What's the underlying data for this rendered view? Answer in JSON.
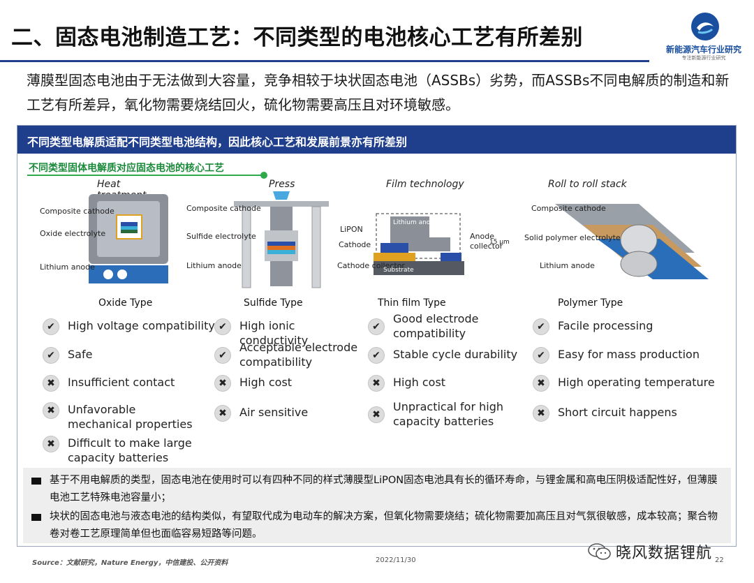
{
  "title": "二、固态电池制造工艺：不同类型的电池核心工艺有所差别",
  "logo": {
    "name": "新能源汽车行业研究",
    "sub": "专注新能源行业研究"
  },
  "intro": "薄膜型固态电池由于无法做到大容量，竞争相较于块状固态电池（ASSBs）劣势，而ASSBs不同电解质的制造和新工艺有所差异，氧化物需要烧结回火，硫化物需要高压且对环境敏感。",
  "panel_header": "不同类型电解质适配不同类型电池结构，因此核心工艺和发展前景亦有所差别",
  "sub_header": "不同类型固体电解质对应固态电池的核心工艺",
  "diagrams": {
    "heat": {
      "title": "Heat treatment",
      "labels": [
        "Composite cathode",
        "Oxide electrolyte",
        "Lithium anode"
      ]
    },
    "press": {
      "title": "Press",
      "labels": [
        "Composite cathode",
        "Sulfide electrolyte",
        "Lithium anode"
      ]
    },
    "film": {
      "title": "Film technology",
      "labels": [
        "LiPON",
        "Cathode",
        "Cathode collector",
        "Lithium anode",
        "Anode collector",
        "15 μm",
        "Substrate"
      ]
    },
    "roll": {
      "title": "Roll to roll stack",
      "labels": [
        "Composite cathode",
        "Solid polymer electrolyte",
        "Lithium anode"
      ]
    }
  },
  "types": [
    "Oxide Type",
    "Sulfide Type",
    "Thin film Type",
    "Polymer Type"
  ],
  "columns": [
    {
      "items": [
        {
          "ok": true,
          "text": "High voltage compatibility"
        },
        {
          "ok": true,
          "text": "Safe"
        },
        {
          "ok": false,
          "text": "Insufficient contact"
        },
        {
          "ok": false,
          "text": "Unfavorable mechanical properties"
        },
        {
          "ok": false,
          "text": "Difficult to make large capacity batteries"
        }
      ]
    },
    {
      "items": [
        {
          "ok": true,
          "text": "High ionic conductivity"
        },
        {
          "ok": true,
          "text": "Acceptable electrode compatibility"
        },
        {
          "ok": false,
          "text": "High cost"
        },
        {
          "ok": false,
          "text": "Air sensitive"
        }
      ]
    },
    {
      "items": [
        {
          "ok": true,
          "text": "Good electrode compatibility"
        },
        {
          "ok": true,
          "text": "Stable cycle durability"
        },
        {
          "ok": false,
          "text": "High cost"
        },
        {
          "ok": false,
          "text": "Unpractical for high capacity batteries"
        }
      ]
    },
    {
      "items": [
        {
          "ok": true,
          "text": "Facile processing"
        },
        {
          "ok": true,
          "text": "Easy for mass production"
        },
        {
          "ok": false,
          "text": "High operating temperature"
        },
        {
          "ok": false,
          "text": "Short circuit happens"
        }
      ]
    }
  ],
  "icons": {
    "ok": "✔",
    "bad": "✖"
  },
  "notes": [
    "基于不用电解质的类型，固态电池在使用时可以有四种不同的样式薄膜型LiPON固态电池具有长的循环寿命，与锂金属和高电压阴极适配性好，但薄膜电池工艺特殊电池容量小；",
    "块状的固态电池与液态电池的结构类似，有望取代成为电动车的解决方案，但氧化物需要烧结；硫化物需要加高压且对气氛很敏感，成本较高；聚合物卷对卷工艺原理简单但也面临容易短路等问题。"
  ],
  "footer": {
    "source": "Source：文献研究，Nature Energy，中信建投、公开资料",
    "date": "2022/11/30",
    "page": "22"
  },
  "watermark": "晓风数据锂航",
  "colors": {
    "navy": "#1f3f8c",
    "green": "#2eaa4a"
  }
}
